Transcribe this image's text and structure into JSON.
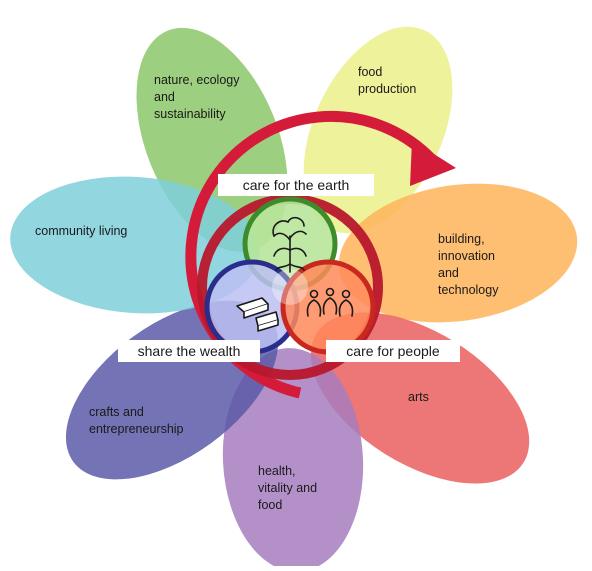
{
  "petals": [
    {
      "id": "nature",
      "lines": [
        "nature, ecology",
        "and",
        "sustainability"
      ],
      "color": "#8cc76a"
    },
    {
      "id": "food",
      "lines": [
        "food",
        "production"
      ],
      "color": "#eaf08a"
    },
    {
      "id": "building",
      "lines": [
        "building,",
        "innovation",
        "and",
        "technology"
      ],
      "color": "#ffb45a"
    },
    {
      "id": "arts",
      "lines": [
        "arts"
      ],
      "color": "#ea5e5e"
    },
    {
      "id": "health",
      "lines": [
        "health,",
        "vitality and",
        "food"
      ],
      "color": "#a77cc0"
    },
    {
      "id": "crafts",
      "lines": [
        "crafts and",
        "entrepreneurship"
      ],
      "color": "#5a5aa8"
    },
    {
      "id": "community",
      "lines": [
        "community living"
      ],
      "color": "#7fcfdb"
    }
  ],
  "ethics": {
    "earth": {
      "label": "care for the earth",
      "color": "#3c8c2c",
      "fill": "#b8e69a"
    },
    "wealth": {
      "label": "share the wealth",
      "color": "#2b2d8c",
      "fill": "#bcc0f2"
    },
    "people": {
      "label": "care for people",
      "color": "#c8281e",
      "fill": "#ff8a5a"
    }
  },
  "cycle_arrow_color": "#d41c3a"
}
